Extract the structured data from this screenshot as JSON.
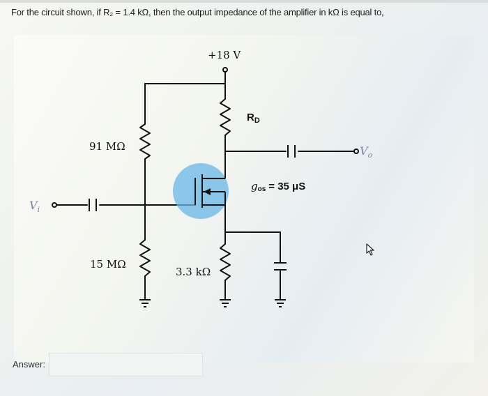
{
  "question": {
    "text": "For the circuit shown, if R₂ = 1.4 kΩ, then the output impedance of the amplifier in kΩ is equal to,"
  },
  "circuit": {
    "supply": "+18 V",
    "rd": "R",
    "rd_sub": "D",
    "r1": "91 MΩ",
    "r2": "15 MΩ",
    "rs": "3.3 kΩ",
    "gos": "g",
    "gos_sub": "os",
    "gos_value": "= 35 μS",
    "vi": "V",
    "vi_sub": "i",
    "vo": "V",
    "vo_sub": "o"
  },
  "answer": {
    "label": "Answer:",
    "value": ""
  },
  "colors": {
    "highlight": "#67b7e6",
    "wire": "#111111"
  },
  "icons": {
    "cursor": "mouse-pointer-icon"
  }
}
